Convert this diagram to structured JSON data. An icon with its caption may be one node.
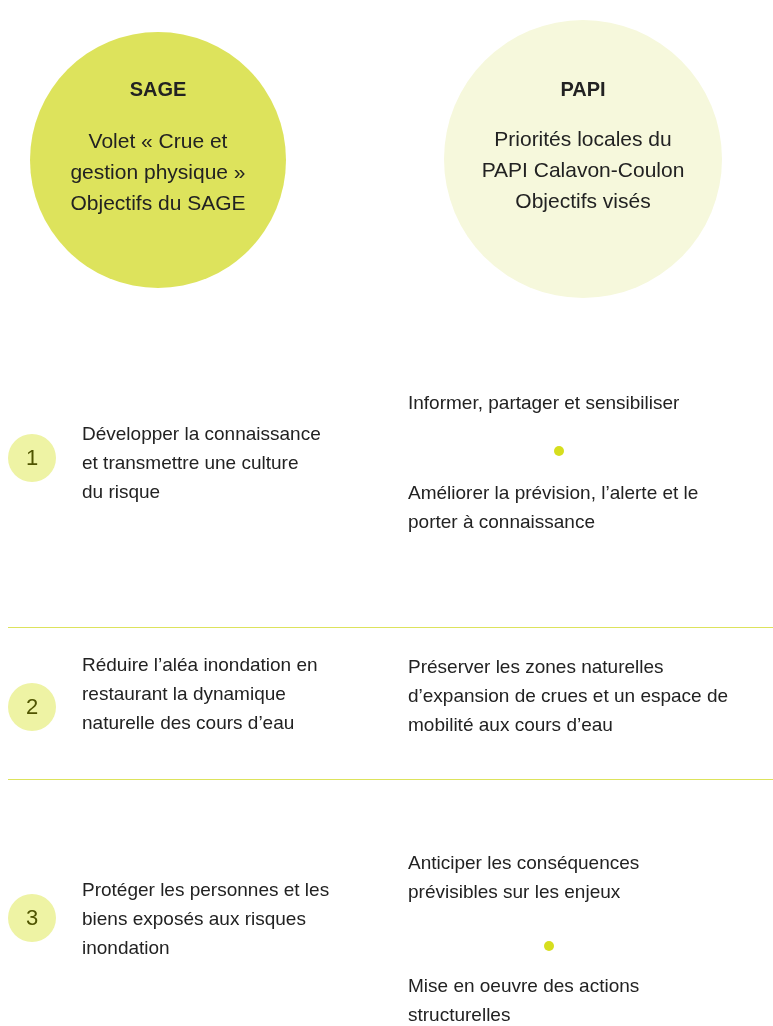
{
  "diagram": {
    "nodes": [
      {
        "text": [
          "SAGE",
          "Volet « Crue et gestion physique » Objectifs du SAGE"
        ]
      },
      {
        "text": [
          "PAPI",
          "Priorités locales du PAPI Calavon-Coulon Objectifs visés"
        ]
      },
      {
        "text": [
          "1"
        ]
      },
      {
        "text": [
          "2"
        ]
      },
      {
        "text": [
          "3"
        ]
      }
    ],
    "labels": [
      "Informer, partager et sensibiliser",
      "Développer la connaissance et transmettre une culture du risque",
      "Améliorer la prévision, l’alerte et le porter à connaissance",
      "Réduire l’aléa inondation en restaurant la dynamique naturelle des cours d’eau",
      "Préserver les zones naturelles d’expansion de crues et un espace de mobilité aux cours d’eau",
      "Anticiper les conséquences prévisibles sur les enjeux",
      "Protéger les personnes et les biens exposés aux risques inondation",
      "Mise en oeuvre des actions structurelles"
    ]
  }
}
